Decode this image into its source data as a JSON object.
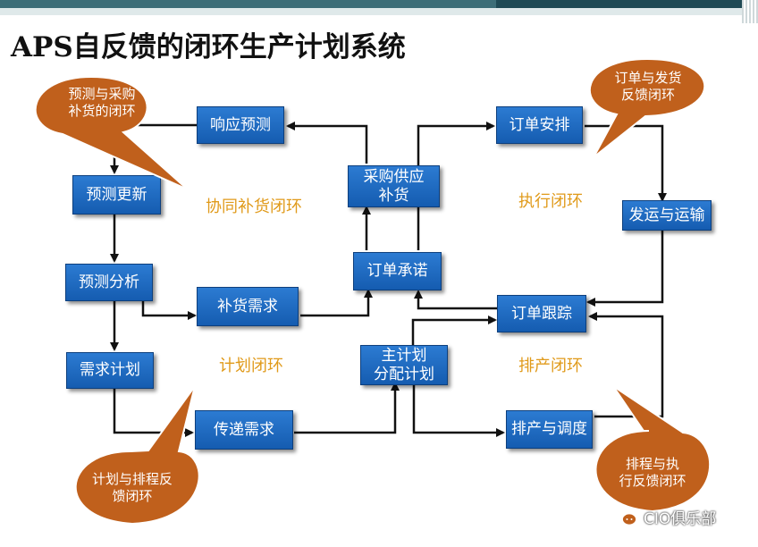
{
  "title": "APS自反馈的闭环生产计划系统",
  "boxes": {
    "response_forecast": "响应预测",
    "forecast_update": "预测更新",
    "forecast_analysis": "预测分析",
    "demand_plan": "需求计划",
    "replenish_demand": "补货需求",
    "transfer_demand": "传递需求",
    "purchase_supply": [
      "采购供应",
      "补货"
    ],
    "order_promise": "订单承诺",
    "master_plan": [
      "主计划",
      "分配计划"
    ],
    "order_schedule": "订单安排",
    "ship_transport": "发运与运输",
    "order_tracking": "订单跟踪",
    "scheduling_dispatch": "排产与调度"
  },
  "loops": {
    "collab_replenish": "协同补货闭环",
    "plan": "计划闭环",
    "execute": "执行闭环",
    "production": "排产闭环"
  },
  "bubbles": {
    "forecast_purchase": [
      "预测与采购",
      "补货的闭环"
    ],
    "order_delivery": [
      "订单与发货",
      "反馈闭环"
    ],
    "plan_schedule": [
      "计划与排程反",
      "馈闭环"
    ],
    "schedule_execute": [
      "排程与执",
      "行反馈闭环"
    ]
  },
  "watermark": {
    "icon": "wechat-icon",
    "text": "CIO俱乐部"
  },
  "colors": {
    "box": "#1a64bd",
    "loop_text": "#e09a1a",
    "bubble": "#c0601c",
    "arrow": "#111111"
  }
}
